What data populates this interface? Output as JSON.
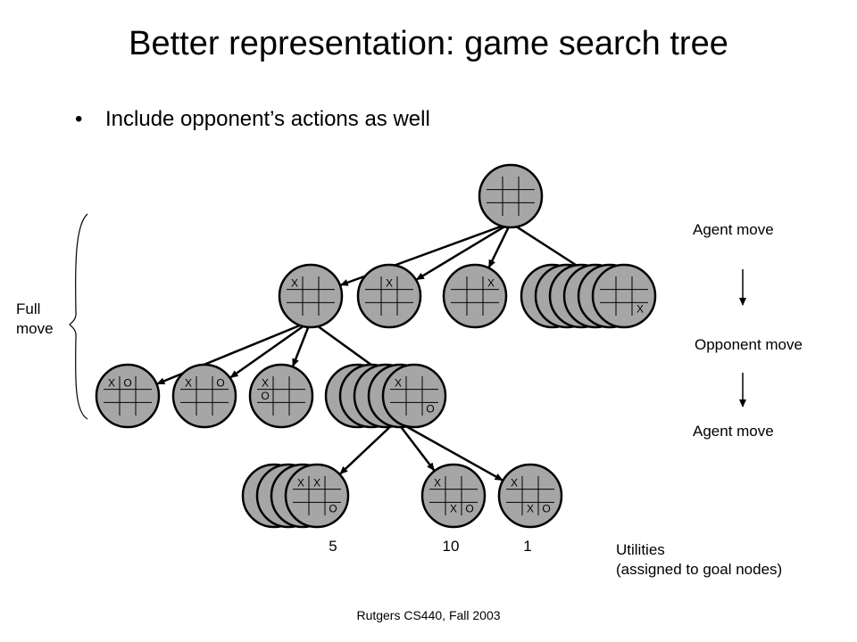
{
  "slide": {
    "title": "Better representation: game search tree",
    "bullet": "Include opponent’s actions as well",
    "footer": "Rutgers CS440, Fall 2003"
  },
  "side_labels": {
    "full_move_line1": "Full",
    "full_move_line2": "move",
    "agent_move_top": "Agent move",
    "opponent_move": "Opponent move",
    "agent_move_bottom": "Agent move",
    "utilities_line1": "Utilities",
    "utilities_line2": "(assigned to goal nodes)"
  },
  "tree": {
    "root": {
      "marks": []
    },
    "level1": [
      {
        "marks": [
          {
            "cell": 0,
            "mark": "X"
          }
        ]
      },
      {
        "marks": [
          {
            "cell": 1,
            "mark": "X"
          }
        ]
      },
      {
        "marks": [
          {
            "cell": 2,
            "mark": "X"
          }
        ]
      },
      {
        "marks": [
          {
            "cell": 8,
            "mark": "X"
          }
        ],
        "stack": true
      }
    ],
    "level2": [
      {
        "marks": [
          {
            "cell": 0,
            "mark": "X"
          },
          {
            "cell": 1,
            "mark": "O"
          }
        ]
      },
      {
        "marks": [
          {
            "cell": 0,
            "mark": "X"
          },
          {
            "cell": 2,
            "mark": "O"
          }
        ]
      },
      {
        "marks": [
          {
            "cell": 0,
            "mark": "X"
          },
          {
            "cell": 3,
            "mark": "O"
          }
        ]
      },
      {
        "marks": [
          {
            "cell": 0,
            "mark": "X"
          },
          {
            "cell": 8,
            "mark": "O"
          }
        ],
        "stack": true
      }
    ],
    "level3": [
      {
        "marks": [
          {
            "cell": 0,
            "mark": "X"
          },
          {
            "cell": 1,
            "mark": "X"
          },
          {
            "cell": 8,
            "mark": "O"
          }
        ],
        "stack": true,
        "utility": "5"
      },
      {
        "marks": [
          {
            "cell": 0,
            "mark": "X"
          },
          {
            "cell": 7,
            "mark": "X"
          },
          {
            "cell": 8,
            "mark": "O"
          }
        ],
        "utility": "10"
      },
      {
        "marks": [
          {
            "cell": 0,
            "mark": "X"
          },
          {
            "cell": 7,
            "mark": "X"
          },
          {
            "cell": 8,
            "mark": "O"
          }
        ],
        "utility": "1"
      }
    ]
  },
  "colors": {
    "node_fill": "#a6a6a6",
    "stroke": "#000000",
    "background": "#ffffff"
  }
}
